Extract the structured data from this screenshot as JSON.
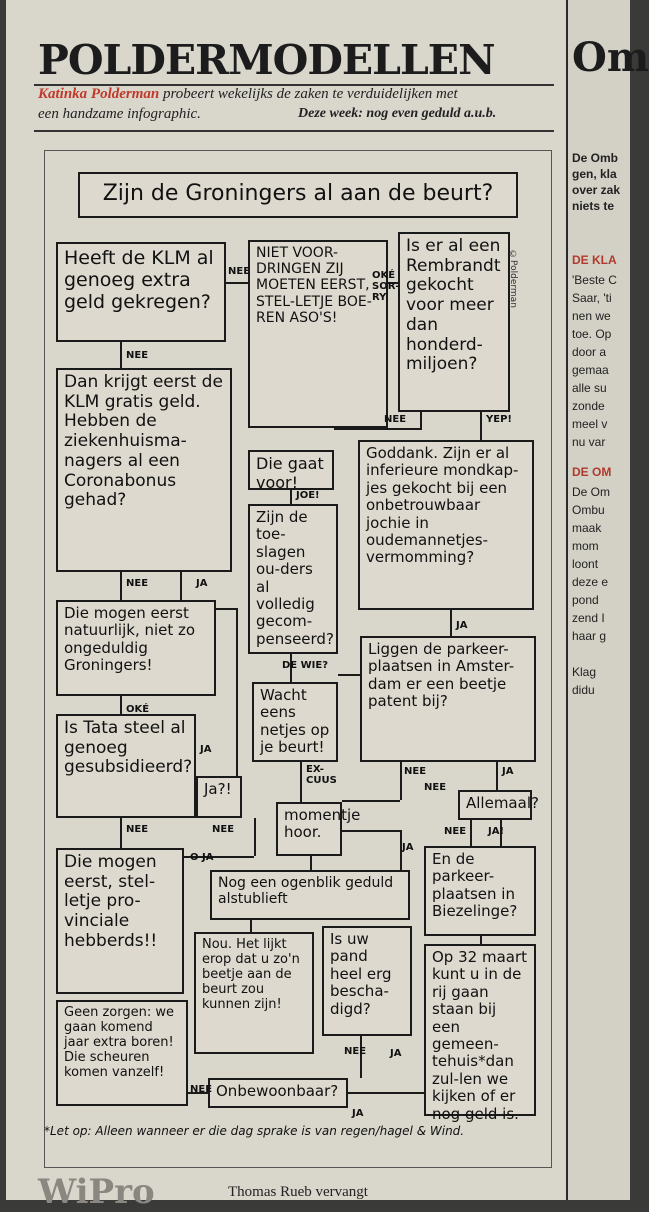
{
  "header": {
    "title": "POLDERMODELLEN",
    "author": "Katinka Polderman",
    "tagline_rest": "probeert wekelijks de zaken te verduidelijken met",
    "tagline_line2": "een handzame infographic.",
    "this_week": "Deze week: nog even geduld a.u.b."
  },
  "flowchart": {
    "title": "Zijn de Groningers al aan de beurt?",
    "credit": "©Polderman",
    "boxes": {
      "klm_money": "Heeft de KLM al genoeg extra geld gekregen?",
      "niet_voordringen": "NIET VOOR-DRINGEN ZIJ MOETEN EERST, STEL-LETJE BOE-REN ASO'S!",
      "rembrandt": "Is er al een Rembrandt gekocht voor meer dan honderd-miljoen?",
      "klm_gratis": "Dan krijgt eerst de KLM gratis geld. Hebben de ziekenhuisma-nagers al een Coronabonus gehad?",
      "die_gaat_voor": "Die gaat voor!",
      "goddank": "Goddank. Zijn er al inferieure mondkap-jes gekocht bij een onbetrouwbaar jochie in oudemannetjes-vermomming?",
      "toeslagen": "Zijn de toe-slagen ou-ders al volledig gecom-penseerd?",
      "die_mogen_eerst_1": "Die mogen eerst natuurlijk, niet zo ongeduldig Groningers!",
      "parkeer_amsterdam": "Liggen de parkeer-plaatsen in Amster-dam er een beetje patent bij?",
      "wacht_eens": "Wacht eens netjes op je beurt!",
      "tata_steel": "Is Tata steel al genoeg gesubsidieerd?",
      "ja_q": "Ja?!",
      "momentje": "momentje hoor.",
      "allemaal": "Allemaal?",
      "die_mogen_eerst_2": "Die mogen eerst, stel-letje pro-vinciale hebberds!!",
      "ogenblik": "Nog een ogenblik geduld alstublieft",
      "parkeer_biezelinge": "En de parkeer-plaatsen in Biezelinge?",
      "nou_het_lijkt": "Nou. Het lijkt erop dat u zo'n beetje aan de beurt zou kunnen zijn!",
      "pand": "Is uw pand heel erg bescha-digd?",
      "geen_zorgen": "Geen zorgen: we gaan komend jaar extra boren! Die scheuren komen vanzelf!",
      "onbewoonbaar": "Onbewoonbaar?",
      "32_maart": "Op 32 maart kunt u in de rij gaan staan bij een gemeen-tehuis*dan zul-len we kijken of er nog geld is."
    },
    "labels": {
      "nee": "NEE",
      "ja": "JA",
      "oke_sorry": "OKÉ SOR-RY",
      "yep": "YEP!",
      "joe": "JOE!",
      "oke": "OKÉ",
      "de_wie": "DE WIE?",
      "excuus": "EX-CUUS",
      "ja_excl": "JA!",
      "o_ja": "O JA",
      "ja_lower": "JA"
    },
    "footnote": "*Let op: Alleen wanneer er die dag sprake is van regen/hagel & Wind."
  },
  "bottom": {
    "logo": "WiPro",
    "text": "Thomas Rueb vervangt"
  },
  "sidebar": {
    "big": "Om",
    "line1": "De Omb",
    "line2": "gen, kla",
    "line3": "over zak",
    "line4": "niets te",
    "sec1": "DE KLA",
    "p1": [
      "'Beste C",
      "Saar, 'ti",
      "nen we",
      "toe. Op",
      "door a",
      "gemaa",
      "alle su",
      "zonde",
      "meel v",
      "nu var"
    ],
    "sec2": "DE OM",
    "p2": [
      "De Om",
      "Ombu",
      "maak",
      "mom",
      "loont",
      "deze e",
      "pond",
      "zend I",
      "haar g",
      "",
      "Klag",
      "didu"
    ]
  }
}
